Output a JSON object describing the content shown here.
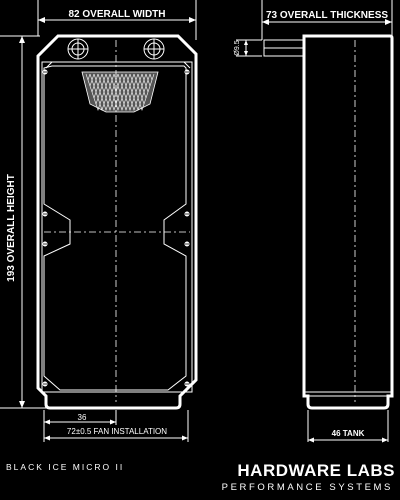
{
  "labels": {
    "overall_width": "82 OVERALL WIDTH",
    "overall_thickness": "73 OVERALL THICKNESS",
    "overall_height": "193 OVERALL HEIGHT",
    "port_diameter": "Ø9.5",
    "fan_spacing": "36",
    "fan_installation": "72±0.5 FAN INSTALLATION",
    "tank": "46 TANK"
  },
  "product": {
    "model": "BLACK ICE MICRO II",
    "brand": "HARDWARE LABS",
    "tagline": "PERFORMANCE SYSTEMS"
  },
  "colors": {
    "background": "#000000",
    "line": "#ffffff"
  }
}
